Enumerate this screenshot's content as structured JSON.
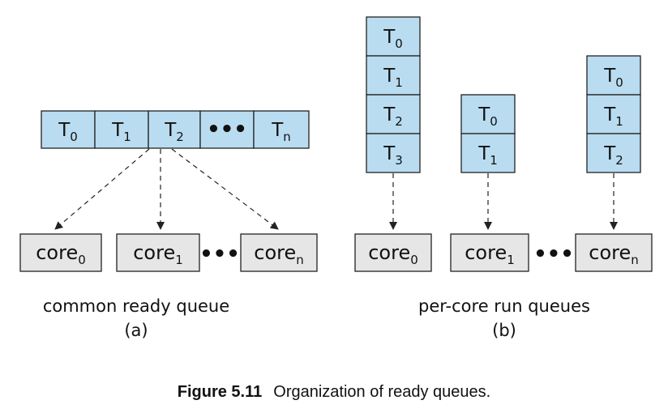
{
  "common_queue": {
    "tasks": [
      {
        "base": "T",
        "sub": "0"
      },
      {
        "base": "T",
        "sub": "1"
      },
      {
        "base": "T",
        "sub": "2"
      },
      {
        "base": "",
        "sub": "",
        "ellipsis": "•••"
      },
      {
        "base": "T",
        "sub": "n"
      }
    ],
    "cores": [
      {
        "base": "core",
        "sub": "0"
      },
      {
        "base": "core",
        "sub": "1"
      },
      {
        "base": "core",
        "sub": "n"
      }
    ],
    "core_ellipsis": "•••",
    "caption": "common ready queue",
    "sublabel": "(a)"
  },
  "per_core_queues": {
    "queues": [
      {
        "tasks": [
          {
            "base": "T",
            "sub": "0"
          },
          {
            "base": "T",
            "sub": "1"
          },
          {
            "base": "T",
            "sub": "2"
          },
          {
            "base": "T",
            "sub": "3"
          }
        ]
      },
      {
        "tasks": [
          {
            "base": "T",
            "sub": "0"
          },
          {
            "base": "T",
            "sub": "1"
          }
        ]
      },
      {
        "tasks": [
          {
            "base": "T",
            "sub": "0"
          },
          {
            "base": "T",
            "sub": "1"
          },
          {
            "base": "T",
            "sub": "2"
          }
        ]
      }
    ],
    "cores": [
      {
        "base": "core",
        "sub": "0"
      },
      {
        "base": "core",
        "sub": "1"
      },
      {
        "base": "core",
        "sub": "n"
      }
    ],
    "core_ellipsis": "•••",
    "caption": "per-core run queues",
    "sublabel": "(b)"
  },
  "figure": {
    "label": "Figure 5.11",
    "text": "Organization of ready queues."
  },
  "colors": {
    "task_fill": "#b9dcf0",
    "core_fill": "#e6e6e6",
    "stroke": "#222222"
  }
}
